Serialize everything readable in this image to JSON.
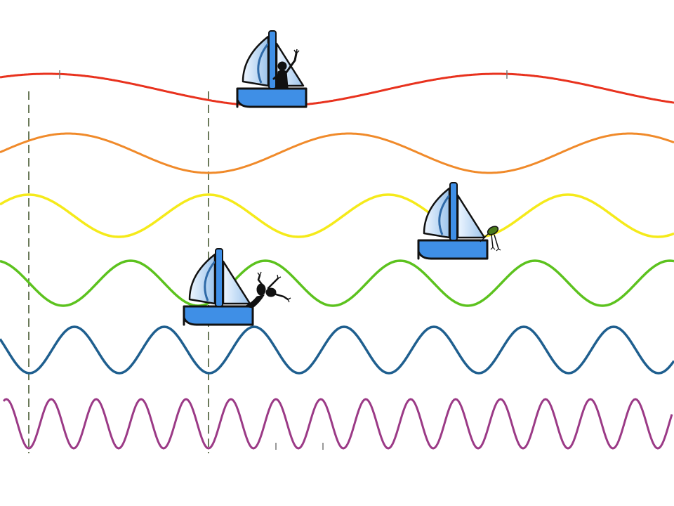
{
  "scene": {
    "background": "#ffffff",
    "wave_count": 6,
    "colors": {
      "red": "#e8321e",
      "orange": "#f08a2a",
      "yellow": "#f5ea1a",
      "green": "#5cc21e",
      "blue": "#1f5f8f",
      "purple": "#9b3a86",
      "marker": "#6b7a5a",
      "boat_hull": "#3f8fe6",
      "sail": "#bcd8f4",
      "figure": "#111111",
      "frog": "#4a7a1a"
    }
  },
  "waves": [
    {
      "name": "red",
      "color": "#e8321e"
    },
    {
      "name": "orange",
      "color": "#f08a2a"
    },
    {
      "name": "yellow",
      "color": "#f5ea1a"
    },
    {
      "name": "green",
      "color": "#5cc21e"
    },
    {
      "name": "blue",
      "color": "#1f5f8f"
    },
    {
      "name": "purple",
      "color": "#9b3a86"
    }
  ],
  "boats": [
    {
      "name": "boat-on-red-wave",
      "passenger": "waving-person"
    },
    {
      "name": "boat-on-yellow-wave",
      "passenger": "frog"
    },
    {
      "name": "boat-on-green-wave",
      "passenger": "people-swimming"
    }
  ]
}
